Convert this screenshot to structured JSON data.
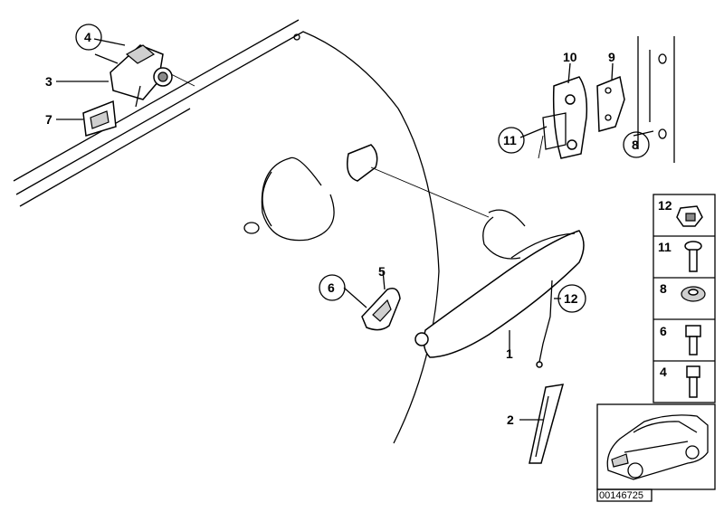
{
  "callouts": {
    "c1": "1",
    "c2": "2",
    "c3": "3",
    "c4": "4",
    "c5": "5",
    "c6": "6",
    "c7": "7",
    "c8": "8",
    "c9": "9",
    "c10": "10",
    "c11": "11",
    "c12": "12"
  },
  "legend": {
    "items": [
      "12",
      "11",
      "8",
      "6",
      "4"
    ]
  },
  "diagram_id": "00146725"
}
